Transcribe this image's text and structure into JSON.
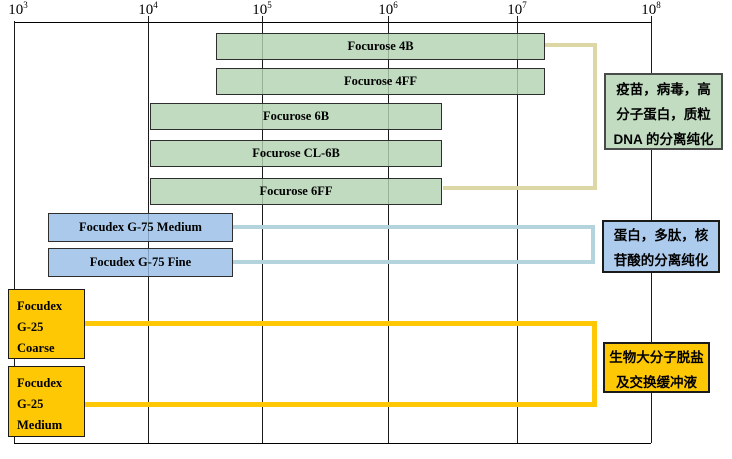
{
  "chart_data": {
    "type": "bar",
    "orientation": "horizontal-range",
    "title": "",
    "x_scale": "log10",
    "x_range": [
      1000,
      100000000
    ],
    "x_ticks": [
      "10^3",
      "10^4",
      "10^5",
      "10^6",
      "10^7",
      "10^8"
    ],
    "grid": true,
    "legend": "none",
    "series": [
      {
        "name": "Focurose 4B",
        "group": "agarose-4",
        "range": [
          40000,
          15000000
        ]
      },
      {
        "name": "Focurose 4FF",
        "group": "agarose-4",
        "range": [
          40000,
          15000000
        ]
      },
      {
        "name": "Focurose 6B",
        "group": "agarose-6",
        "range": [
          10000,
          2400000
        ]
      },
      {
        "name": "Focurose CL-6B",
        "group": "agarose-6",
        "range": [
          10000,
          2400000
        ]
      },
      {
        "name": "Focurose 6FF",
        "group": "agarose-6",
        "range": [
          10000,
          2400000
        ]
      },
      {
        "name": "Focudex G-75 Medium",
        "group": "dextran-75",
        "range": [
          2000,
          52000
        ]
      },
      {
        "name": "Focudex G-75 Fine",
        "group": "dextran-75",
        "range": [
          2000,
          52000
        ]
      },
      {
        "name": "Focudex G-25 Coarse",
        "group": "dextran-25",
        "range": [
          1000,
          3500
        ]
      },
      {
        "name": "Focudex G-25 Medium",
        "group": "dextran-25",
        "range": [
          1000,
          3500
        ]
      }
    ],
    "annotations": [
      {
        "text": "疫苗，病毒，高分子蛋白，质粒DNA的分离纯化",
        "applies_to": [
          "Focurose 4B",
          "Focurose 4FF",
          "Focurose 6B",
          "Focurose CL-6B",
          "Focurose 6FF"
        ]
      },
      {
        "text": "蛋白，多肽，核苷酸的分离纯化",
        "applies_to": [
          "Focudex G-75 Medium",
          "Focudex G-75 Fine"
        ]
      },
      {
        "text": "生物大分子脱盐及交换缓冲液",
        "applies_to": [
          "Focudex G-25 Coarse",
          "Focudex G-25 Medium"
        ]
      }
    ]
  },
  "axis": {
    "ticks": [
      {
        "base": "10",
        "exp": "3"
      },
      {
        "base": "10",
        "exp": "4"
      },
      {
        "base": "10",
        "exp": "5"
      },
      {
        "base": "10",
        "exp": "6"
      },
      {
        "base": "10",
        "exp": "7"
      },
      {
        "base": "10",
        "exp": "8"
      }
    ]
  },
  "bars": {
    "labels": [
      "Focurose 4B",
      "Focurose 4FF",
      "Focurose 6B",
      "Focurose CL-6B",
      "Focurose 6FF",
      "Focudex G-75 Medium",
      "Focudex G-75 Fine"
    ],
    "g25": [
      {
        "lines": [
          "Focudex",
          "G-25",
          "Coarse"
        ]
      },
      {
        "lines": [
          "Focudex",
          "G-25",
          "Medium"
        ]
      }
    ]
  },
  "notes": [
    {
      "lines": [
        "疫苗，病毒，高",
        "分子蛋白，质粒",
        "DNA 的分离纯化"
      ]
    },
    {
      "lines": [
        "蛋白，多肽，核",
        "苷酸的分离纯化"
      ]
    },
    {
      "lines": [
        "生物大分子脱盐",
        "及交换缓冲液"
      ]
    }
  ],
  "colors": {
    "bar_green": "#c1dcc1",
    "bar_blue": "#adcbec",
    "bar_yellow": "#ffc805",
    "connector_beige": "#dcd7a5",
    "connector_blue": "#b3d4dd",
    "connector_gold": "#ffc807"
  }
}
